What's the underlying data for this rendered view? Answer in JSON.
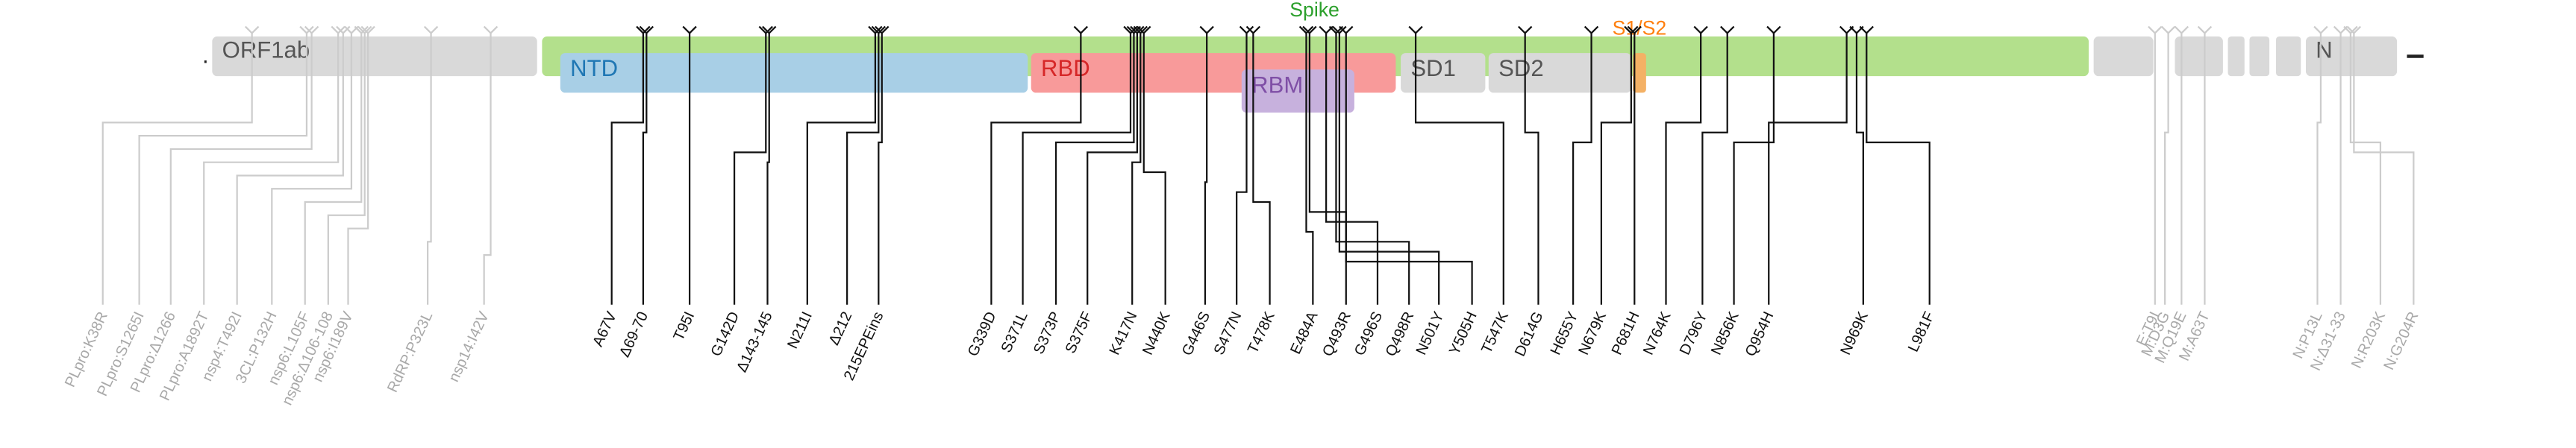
{
  "genome": {
    "gene_orf1ab": "ORF1ab",
    "gene_spike": "Spike",
    "gene_n": "N",
    "domain_ntd": "NTD",
    "domain_rbd": "RBD",
    "domain_rbm": "RBM",
    "domain_sd1": "SD1",
    "domain_sd2": "SD2",
    "cleavage_s1s2": "S1/S2",
    "leading_dot": "."
  },
  "colors": {
    "spike_track": "#b3e08c",
    "ntd": "#a8cfe6",
    "rbd": "#f89a9a",
    "rbm": "#c7b1dd",
    "grey_gene": "#d9d9d9",
    "s1s2_marker": "#f4b165",
    "spike_label": "#2ca02c",
    "s1s2_label": "#ff7f0e",
    "ntd_label": "#1f77b4",
    "rbd_label": "#d62728",
    "rbm_label": "#7f4fa6"
  },
  "mutations_orf1ab": [
    "PLpro:K38R",
    "PLpro:S1265I",
    "PLpro:Δ1266",
    "PLpro:A1892T",
    "nsp4:T492I",
    "3CL:P132H",
    "nsp6:L105F",
    "nsp6:Δ106-108",
    "nsp6:I189V",
    "RdRP:P323L",
    "nsp14:I42V"
  ],
  "mutations_spike": [
    "A67V",
    "Δ69-70",
    "T95I",
    "G142D",
    "Δ143-145",
    "N211I",
    "Δ212",
    "215EPEins",
    "G339D",
    "S371L",
    "S373P",
    "S375F",
    "K417N",
    "N440K",
    "G446S",
    "S477N",
    "T478K",
    "E484A",
    "Q493R",
    "G496S",
    "Q498R",
    "N501Y",
    "Y505H",
    "T547K",
    "D614G",
    "H655Y",
    "N679K",
    "P681H",
    "N764K",
    "D796Y",
    "N856K",
    "Q954H",
    "N969K",
    "L981F"
  ],
  "mutations_other": [
    "E:T9I",
    "M:D3G",
    "M:Q19E",
    "M:A63T",
    "N:P13L",
    "N:Δ31-33",
    "N:R203K",
    "N:G204R"
  ]
}
